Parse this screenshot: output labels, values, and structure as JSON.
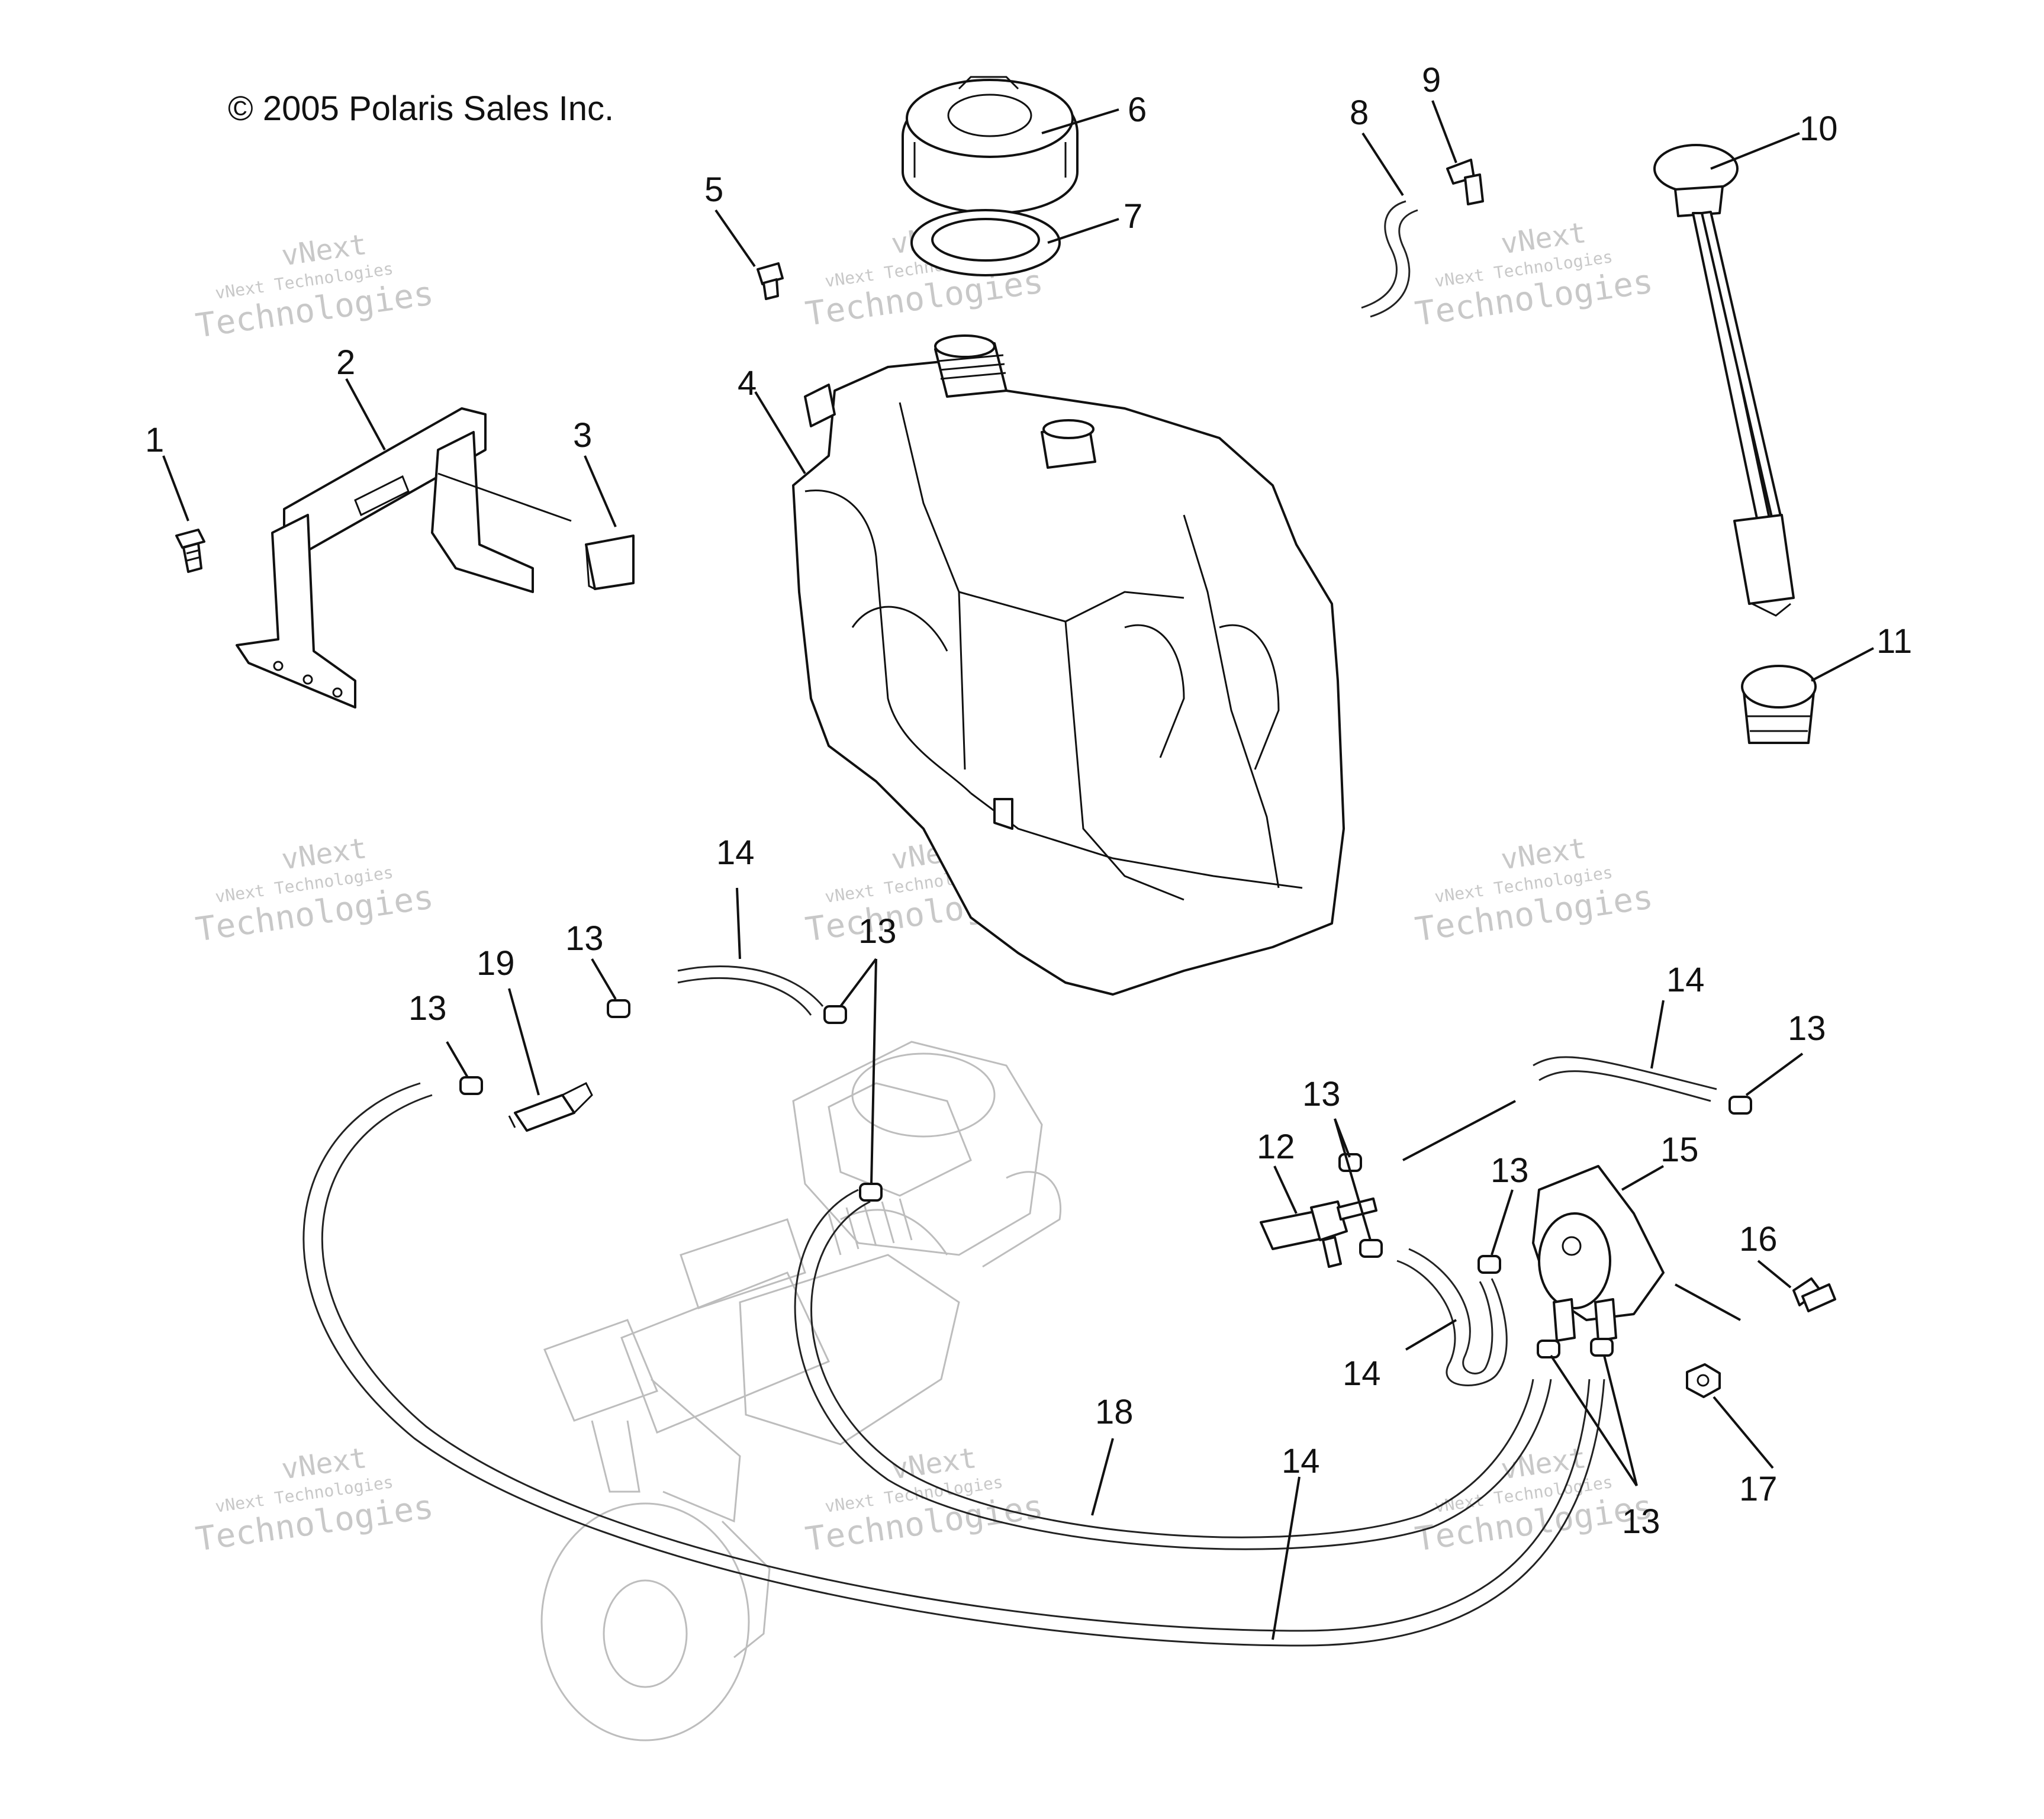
{
  "copyright": "© 2005 Polaris Sales Inc.",
  "watermark": {
    "line1": "vNext Technologies",
    "line2": "vNext",
    "line3": "Technologies"
  },
  "callouts": [
    "1",
    "2",
    "3",
    "4",
    "5",
    "6",
    "7",
    "8",
    "9",
    "10",
    "11",
    "12",
    "13",
    "14",
    "15",
    "16",
    "17",
    "18",
    "19"
  ],
  "colors": {
    "ink": "#111111",
    "ghost": "#bdbdbd",
    "watermark": "#c8c8c8",
    "background": "#ffffff"
  }
}
